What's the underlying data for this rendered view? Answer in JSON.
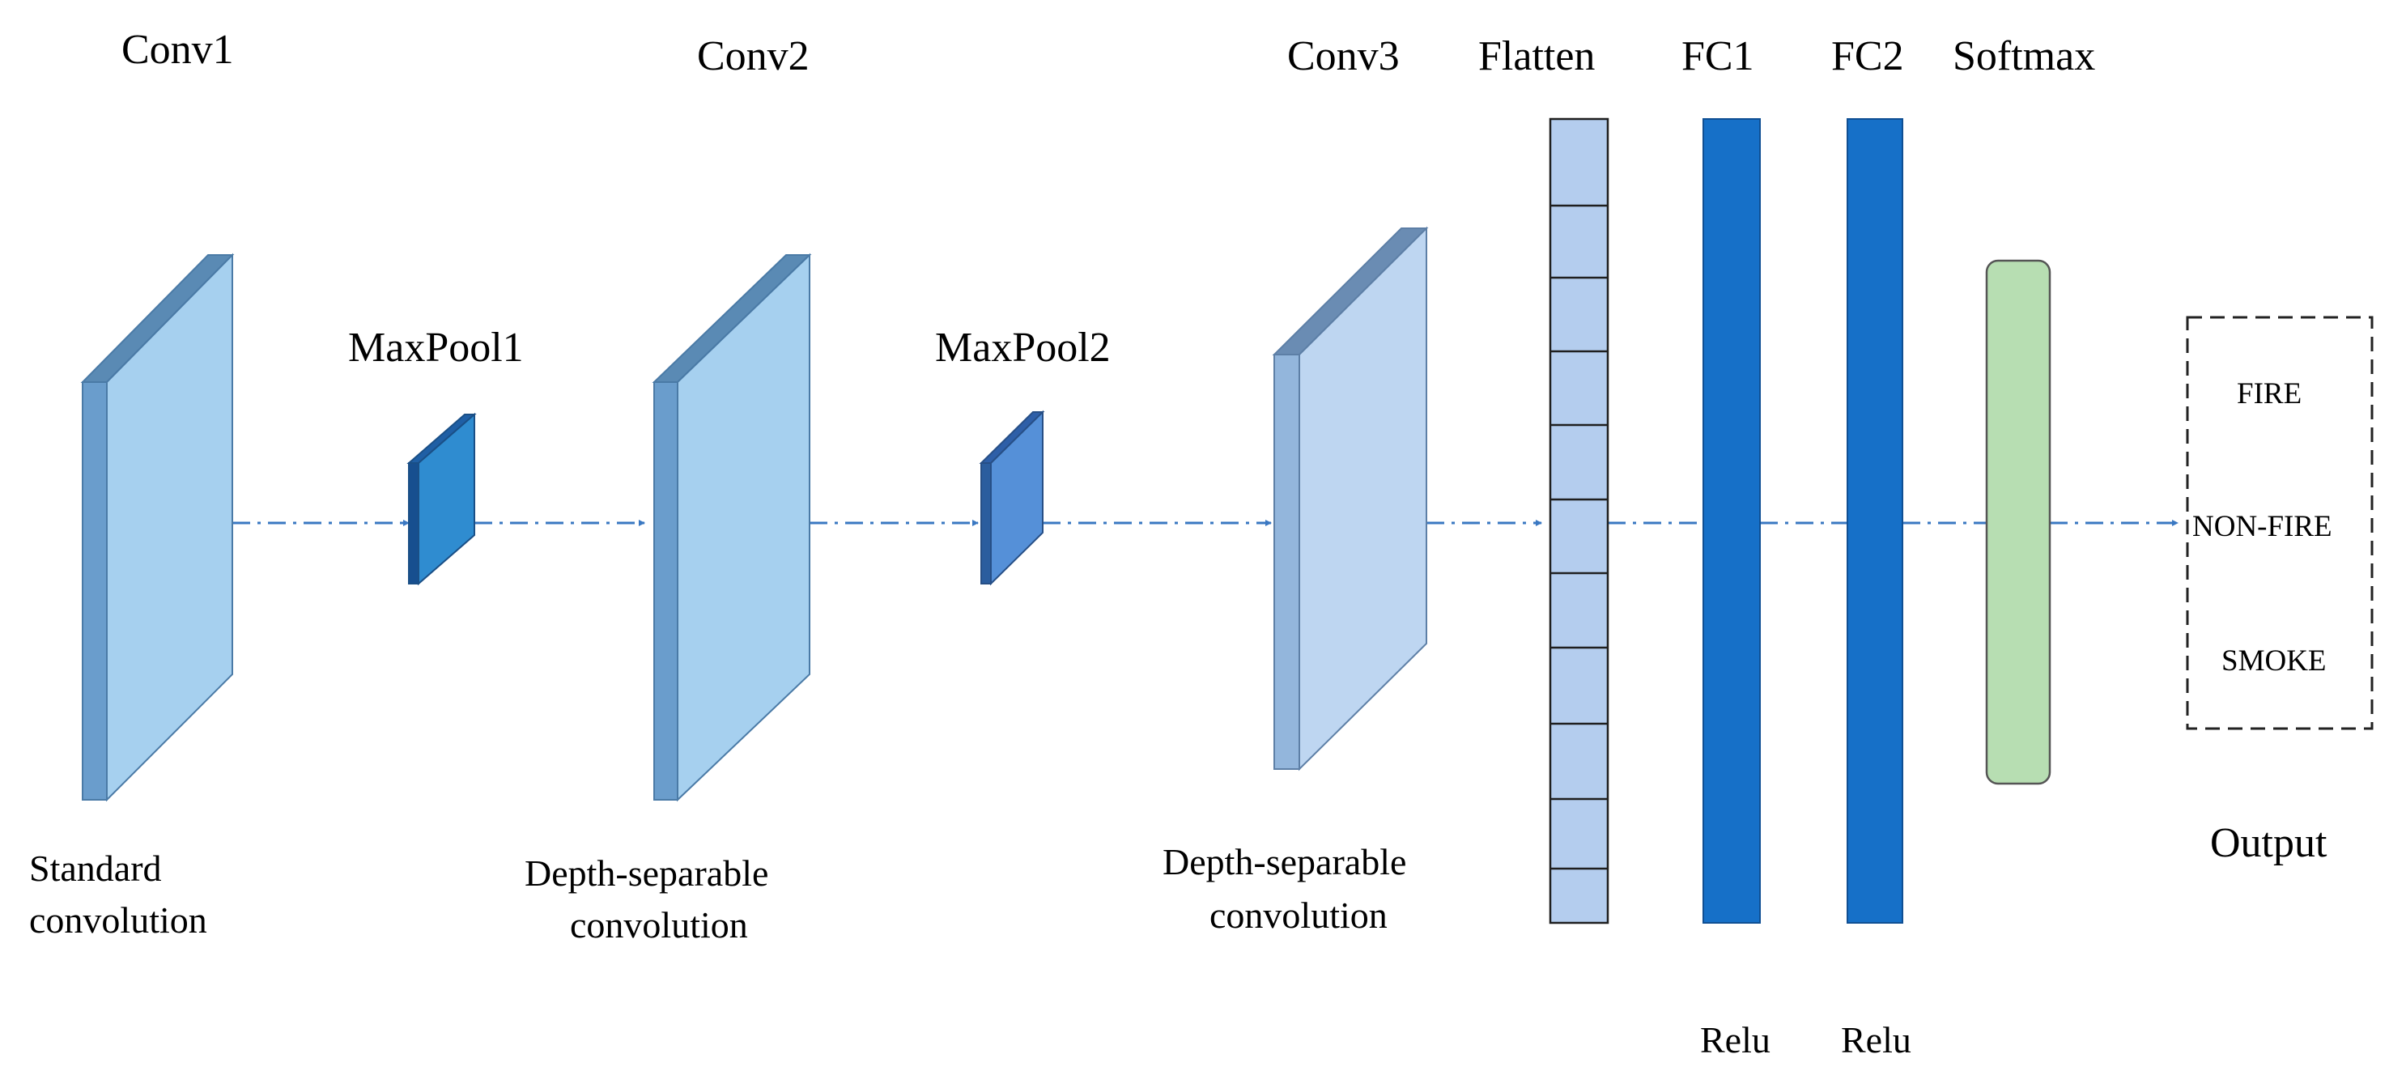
{
  "layers": {
    "conv1": {
      "title": "Conv1",
      "caption_line1": "Standard",
      "caption_line2": "convolution"
    },
    "maxpool1": {
      "title": "MaxPool1"
    },
    "conv2": {
      "title": "Conv2",
      "caption_line1": "Depth-separable",
      "caption_line2": "convolution"
    },
    "maxpool2": {
      "title": "MaxPool2"
    },
    "conv3": {
      "title": "Conv3",
      "caption_line1": "Depth-separable",
      "caption_line2": "convolution"
    },
    "flatten": {
      "title": "Flatten"
    },
    "fc1": {
      "title": "FC1",
      "activation": "Relu"
    },
    "fc2": {
      "title": "FC2",
      "activation": "Relu"
    },
    "softmax": {
      "title": "Softmax"
    }
  },
  "output": {
    "title": "Output",
    "classes": [
      "FIRE",
      "NON-FIRE",
      "SMOKE"
    ]
  },
  "colors": {
    "conv_face": "#a6d0ef",
    "conv_side": "#6a9dcc",
    "conv_top": "#5a8ab4",
    "conv3_face": "#bed6f1",
    "pool1_face": "#2f8cd0",
    "pool2_face": "#5590d8",
    "flatten_fill": "#b4cdee",
    "fc_fill": "#1670c8",
    "softmax_fill": "#b7deb2",
    "connector": "#3a78c2"
  }
}
